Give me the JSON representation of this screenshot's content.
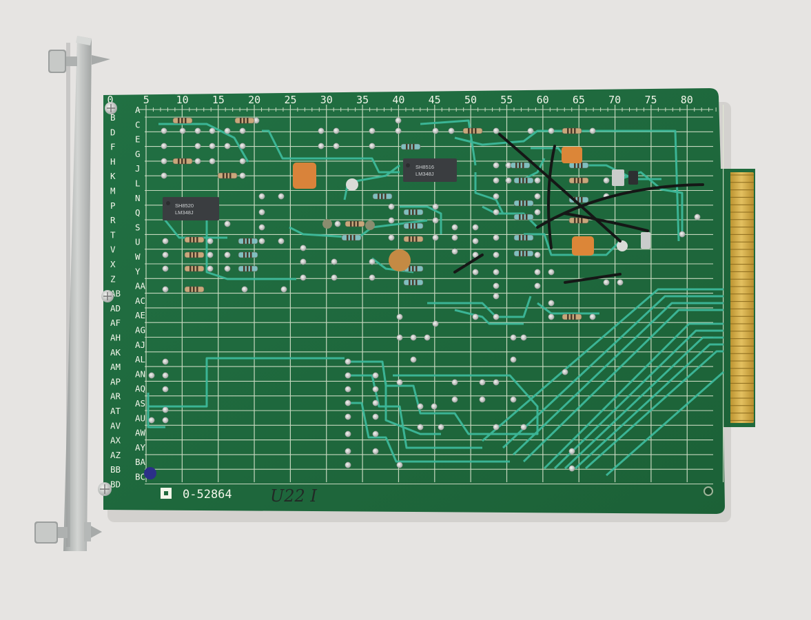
{
  "board": {
    "part_number": "0-52864",
    "handwritten_label": "U22 I",
    "column_numbers": [
      "0",
      "5",
      "10",
      "15",
      "20",
      "25",
      "30",
      "35",
      "40",
      "45",
      "50",
      "55",
      "60",
      "65",
      "70",
      "75",
      "80"
    ],
    "row_labels": [
      "A",
      "C",
      "E",
      "G",
      "J",
      "L",
      "N",
      "Q",
      "S",
      "U",
      "W",
      "Y",
      "AA",
      "AC",
      "AE",
      "AG",
      "AJ",
      "AL",
      "AN",
      "AQ",
      "AS",
      "AU",
      "AW",
      "AY",
      "BA",
      "BC"
    ],
    "row_labels_left": [
      "B",
      "D",
      "F",
      "H",
      "K",
      "M",
      "P",
      "R",
      "T",
      "V",
      "X",
      "Z",
      "AB",
      "AD",
      "AF",
      "AH",
      "AK",
      "AM",
      "AP",
      "AR",
      "AT",
      "AV",
      "AX",
      "AZ",
      "BB",
      "BD"
    ],
    "chip_left": {
      "line1": "SH8520",
      "line2": "LM348J"
    },
    "chip_mid": {
      "line1": "SH8516",
      "line2": "LM348J"
    }
  },
  "colors": {
    "background": "#e6e4e2",
    "pcb": "#1f6a3c",
    "grid": "#e9efdc",
    "trace": "#3db99a",
    "gold": "#cfa63e",
    "bracket": "#b8bab8"
  }
}
